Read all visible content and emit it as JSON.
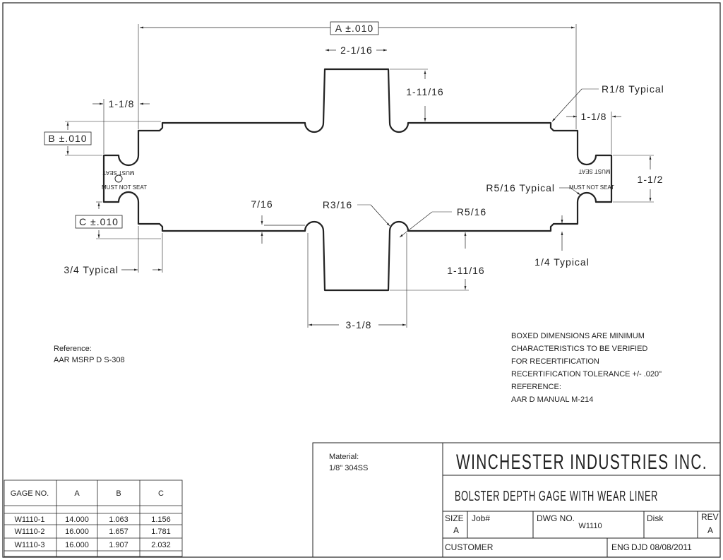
{
  "dimensions": {
    "a_box": "A ±.010",
    "b_box": "B ±.010",
    "c_box": "C ±.010",
    "top_tab_width": "2-1/16",
    "top_tab_height": "1-11/16",
    "left_step": "1-1/8",
    "right_step": "1-1/8",
    "right_slot": "1-1/2",
    "r18": "R1/8 Typical",
    "r516_typ": "R5/16 Typical",
    "d716": "7/16",
    "r316": "R3/16",
    "r516": "R5/16",
    "bottom_tab_height": "1-11/16",
    "typ34": "3/4 Typical",
    "typ14": "1/4 Typical",
    "bottom_width": "3-1/8"
  },
  "seat_labels": {
    "left_must": "MUST SEAT",
    "left_must_not": "MUST NOT SEAT",
    "right_must": "MUST SEAT",
    "right_must_not": "MUST NOT SEAT"
  },
  "notes": {
    "reference_lines": [
      "Reference:",
      "AAR MSRP D S-308"
    ],
    "boxed_lines": [
      "BOXED DIMENSIONS ARE MINIMUM",
      "CHARACTERISTICS TO BE VERIFIED",
      "FOR RECERTIFICATION",
      "RECERTIFICATION TOLERANCE +/- .020\"",
      "REFERENCE:",
      "AAR D MANUAL M-214"
    ]
  },
  "gage_table": {
    "headers": [
      "GAGE NO.",
      "A",
      "B",
      "C"
    ],
    "rows": [
      [
        "W1110-1",
        "14.000",
        "1.063",
        "1.156"
      ],
      [
        "W1110-2",
        "16.000",
        "1.657",
        "1.781"
      ],
      [
        "W1110-3",
        "16.000",
        "1.907",
        "2.032"
      ]
    ]
  },
  "title_block": {
    "material_label": "Material:",
    "material_value": "1/8\"  304SS",
    "company": "WINCHESTER INDUSTRIES INC.",
    "title": "BOLSTER DEPTH GAGE WITH WEAR LINER",
    "size_label": "SIZE",
    "size_value": "A",
    "job_label": "Job#",
    "dwg_label": "DWG NO.",
    "dwg_value": "W1110",
    "disk_label": "Disk",
    "rev_label": "REV",
    "rev_value": "A",
    "customer_label": "CUSTOMER",
    "eng_label": "ENG",
    "eng_value": "DJD  08/08/2011"
  }
}
